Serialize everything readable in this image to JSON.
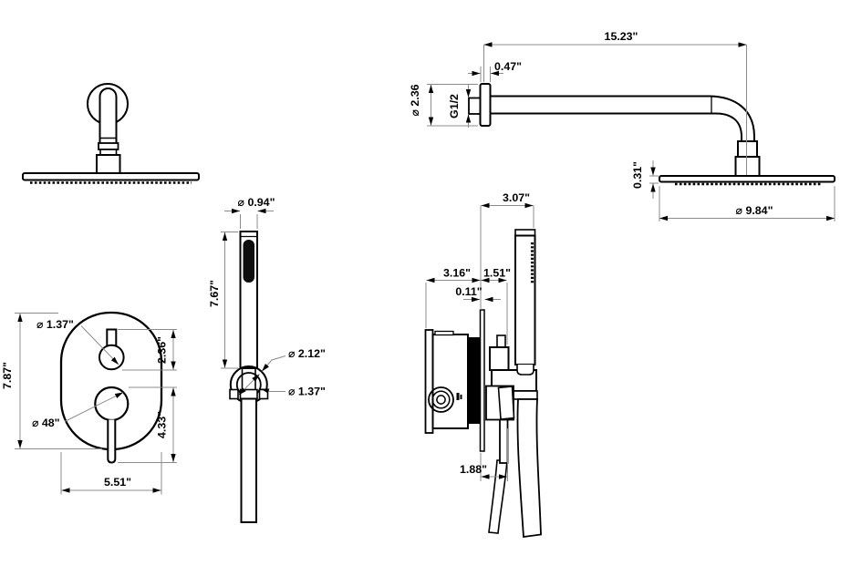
{
  "drawing": {
    "type": "technical-dimension-drawing",
    "subject": "Wall-mounted rain shower system with handheld shower and concealed mixer valve",
    "units": "inches",
    "colors": {
      "object_line": "#000000",
      "dimension_line": "#8c8c8c",
      "text": "#000000",
      "background": "#ffffff"
    },
    "views": {
      "head_front": {
        "label": "rain-showerhead-front-view"
      },
      "arm_side": {
        "label": "shower-arm-side-view",
        "dims": {
          "arm_length": "15.23\"",
          "wall_offset": "0.47\"",
          "flange_diameter": "⌀ 2.36",
          "thread_size": "G1/2",
          "head_thickness": "0.31\"",
          "head_diameter": "⌀ 9.84\""
        }
      },
      "handshower_front": {
        "label": "handheld-shower-front-view",
        "dims": {
          "wand_diameter": "⌀ 0.94\"",
          "wand_length": "7.67\"",
          "holder_outer_diameter": "⌀ 2.12\"",
          "holder_inner_diameter": "⌀ 1.37\""
        }
      },
      "valve_front": {
        "label": "valve-trim-front-view",
        "dims": {
          "plate_height": "7.87\"",
          "top_knob_diameter": "⌀ 1.37\"",
          "top_knob_span": "2.36\"",
          "bottom_knob_span": "4.33\"",
          "bottom_knob_diameter": "⌀ 48\"",
          "plate_width": "5.51\""
        }
      },
      "valve_side": {
        "label": "valve-side-view",
        "dims": {
          "holder_offset": "3.07\"",
          "rough_in_depth": "3.16\"",
          "trim_depth": "1.51\"",
          "plate_thickness": "0.11\"",
          "handle_length": "1.88\""
        }
      }
    }
  }
}
